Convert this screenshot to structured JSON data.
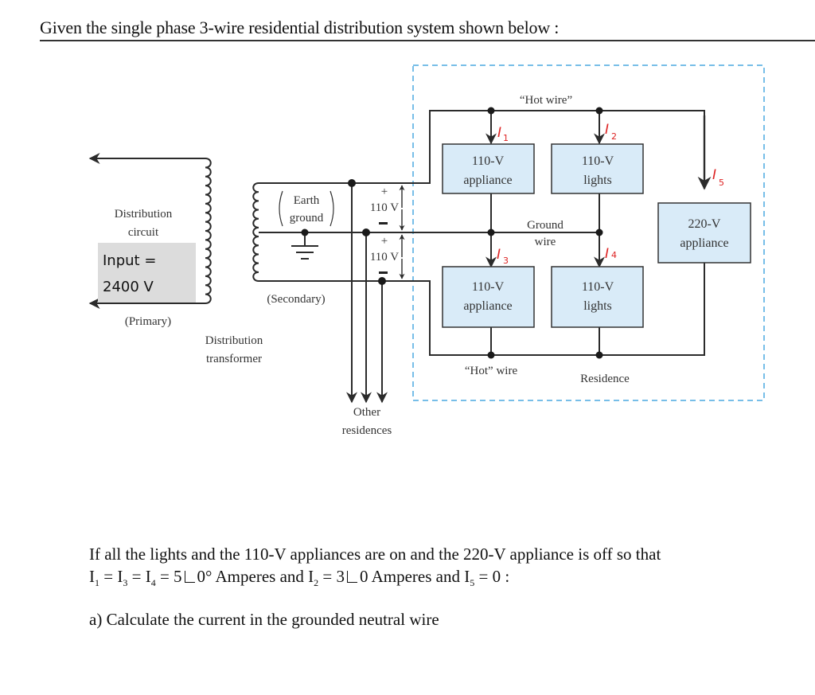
{
  "header": {
    "title": "Given the single phase 3-wire residential distribution system shown below :"
  },
  "diagram": {
    "distribution_circuit": [
      "Distribution",
      "circuit"
    ],
    "input_box": {
      "line1": "Input =",
      "line2": "2400 V",
      "background": "#dcdcdc"
    },
    "primary_label": "(Primary)",
    "secondary_label": "(Secondary)",
    "earth_ground": [
      "Earth",
      "ground"
    ],
    "transformer_label": [
      "Distribution",
      "transformer"
    ],
    "voltage_upper": {
      "plus": "+",
      "value": "110 V",
      "minus": "−"
    },
    "voltage_lower": {
      "plus": "+",
      "value": "110 V",
      "minus": "−"
    },
    "other_residences": [
      "Other",
      "residences"
    ],
    "hot_wire_top": "“Hot wire”",
    "hot_wire_bottom": "“Hot” wire",
    "ground_wire": [
      "Ground",
      "wire"
    ],
    "residence_label": "Residence",
    "appliances": [
      {
        "id": "upper-appliance",
        "line1": "110-V",
        "line2": "appliance"
      },
      {
        "id": "upper-lights",
        "line1": "110-V",
        "line2": "lights"
      },
      {
        "id": "lower-appliance",
        "line1": "110-V",
        "line2": "appliance"
      },
      {
        "id": "lower-lights",
        "line1": "110-V",
        "line2": "lights"
      },
      {
        "id": "big-appliance",
        "line1": "220-V",
        "line2": "appliance"
      }
    ],
    "currents": [
      {
        "id": "I1",
        "letter": "I",
        "sub": "1"
      },
      {
        "id": "I2",
        "letter": "I",
        "sub": "2"
      },
      {
        "id": "I3",
        "letter": "I",
        "sub": "3"
      },
      {
        "id": "I4",
        "letter": "I",
        "sub": "4"
      },
      {
        "id": "I5",
        "letter": "I",
        "sub": "5"
      }
    ],
    "colors": {
      "box_fill": "#d9ebf8",
      "residence_border": "#4aa8e0",
      "annotation": "#d22222",
      "wire": "#2b2b2b"
    }
  },
  "question": {
    "line1": "If  all the lights and the 110-V appliances are on and the 220-V appliance is off  so that",
    "line2": {
      "i1": "I",
      "i1_sub": "1",
      "eq1": " = ",
      "i3": "I",
      "i3_sub": "3",
      "eq2": " = ",
      "i4": "I",
      "i4_sub": "4",
      "eq3": " =  5",
      "val1_angle": "0° Amperes and  ",
      "i2": "I",
      "i2_sub": "2",
      "eq4": " =  3",
      "val2_angle": "0 Amperes and  ",
      "i5": "I",
      "i5_sub": "5",
      "eq5": " = 0 :"
    },
    "part_a": "a) Calculate the current in the grounded neutral wire"
  }
}
